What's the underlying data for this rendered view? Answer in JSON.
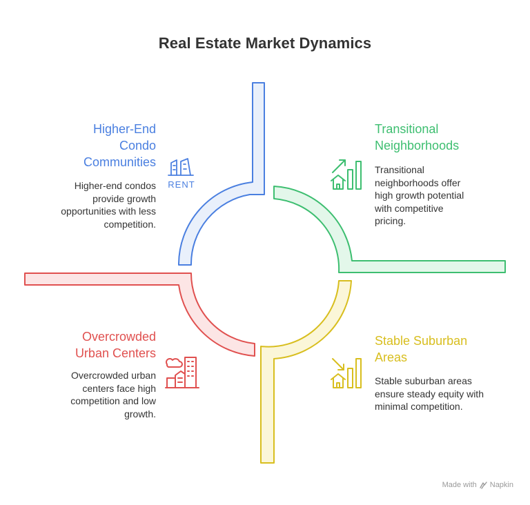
{
  "title": "Real Estate Market Dynamics",
  "quadrants": {
    "top_left": {
      "title": "Higher-End Condo Communities",
      "title_lines": [
        "Higher-End",
        "Condo",
        "Communities"
      ],
      "description_lines": [
        "Higher-end condos",
        "provide growth",
        "opportunities with less",
        "competition."
      ],
      "color": "#4A7FE0",
      "fill": "#E9F0FB",
      "icon": "rent-building-icon",
      "icon_text": "RENT"
    },
    "top_right": {
      "title": "Transitional Neighborhoods",
      "title_lines": [
        "Transitional",
        "Neighborhoods"
      ],
      "description_lines": [
        "Transitional",
        "neighborhoods offer",
        "high growth potential",
        "with competitive",
        "pricing."
      ],
      "color": "#3DBE70",
      "fill": "#E3F7EA",
      "icon": "growth-chart-house-icon"
    },
    "bottom_left": {
      "title": "Overcrowded Urban Centers",
      "title_lines": [
        "Overcrowded",
        "Urban Centers"
      ],
      "description_lines": [
        "Overcrowded urban",
        "centers face high",
        "competition and low",
        "growth."
      ],
      "color": "#E0504F",
      "fill": "#FCE5E5",
      "icon": "city-buildings-icon"
    },
    "bottom_right": {
      "title": "Stable Suburban Areas",
      "title_lines": [
        "Stable Suburban",
        "Areas"
      ],
      "description_lines": [
        "Stable suburban areas",
        "ensure steady equity with",
        "minimal competition."
      ],
      "color": "#D8BE1E",
      "fill": "#FBF6D8",
      "icon": "stable-chart-house-icon"
    }
  },
  "footer": {
    "made_with": "Made with",
    "brand": "Napkin"
  }
}
